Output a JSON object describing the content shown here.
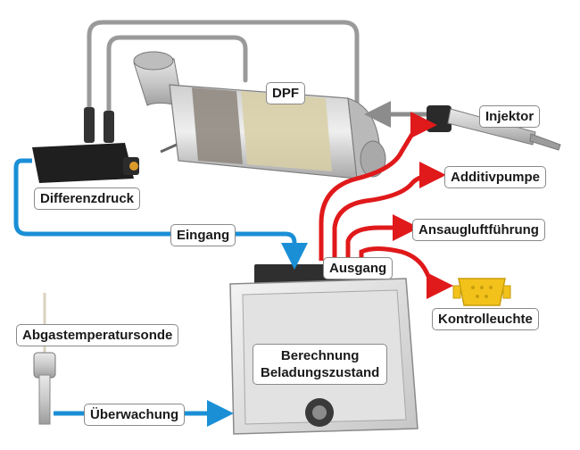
{
  "labels": {
    "dpf": "DPF",
    "injektor": "Injektor",
    "additivpumpe": "Additivpumpe",
    "ansaugluftfuehrung": "Ansaugluftführung",
    "kontrollleuchte": "Kontrolleuchte",
    "differenzdruck": "Differenzdruck",
    "eingang": "Eingang",
    "ausgang": "Ausgang",
    "abgastemperatursonde": "Abgastemperatursonde",
    "ueberwachung": "Überwachung",
    "berechnung_line1": "Berechnung",
    "berechnung_line2": "Beladungszustand"
  },
  "colors": {
    "input_arrow": "#1a8fd6",
    "output_arrow": "#e0191b",
    "pipe": "#9a9a9a",
    "lamp": "#f2c21b"
  },
  "icons": {
    "dpf": "diesel-particulate-filter",
    "injector": "injector",
    "sensor": "differential-pressure-sensor",
    "ecu": "control-unit",
    "probe": "temperature-probe",
    "lamp": "warning-lamp"
  }
}
